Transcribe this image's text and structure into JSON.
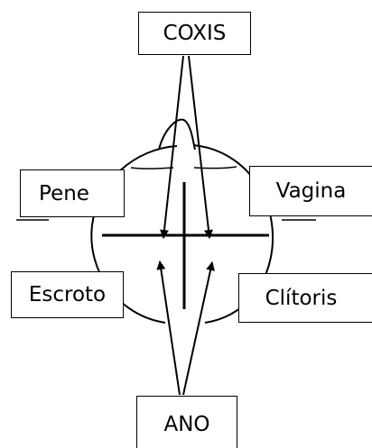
{
  "labels": {
    "coxis": "COXIS",
    "pene": "Pene",
    "vagina": "Vagina",
    "escroto": "Escroto",
    "clitoris": "Clítoris",
    "ano": "ANO"
  },
  "colors": {
    "ink": "#000000",
    "background": "#ffffff"
  }
}
